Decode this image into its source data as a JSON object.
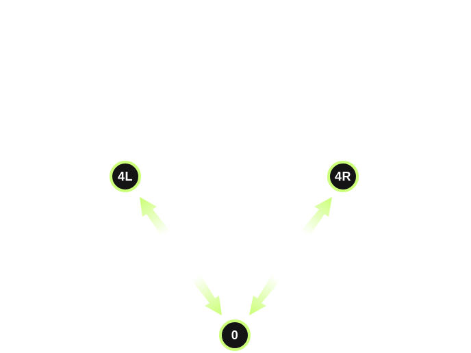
{
  "diagram": {
    "accent_color": "#ccff7a",
    "node_fill": "#141414",
    "node_text_color": "#ffffff",
    "nodes": [
      {
        "id": "4L",
        "label": "4L"
      },
      {
        "id": "4R",
        "label": "4R"
      },
      {
        "id": "0",
        "label": "0"
      }
    ],
    "edges": [
      {
        "toward": "4L"
      },
      {
        "toward": "4R"
      },
      {
        "toward": "0"
      },
      {
        "toward": "0"
      }
    ]
  }
}
